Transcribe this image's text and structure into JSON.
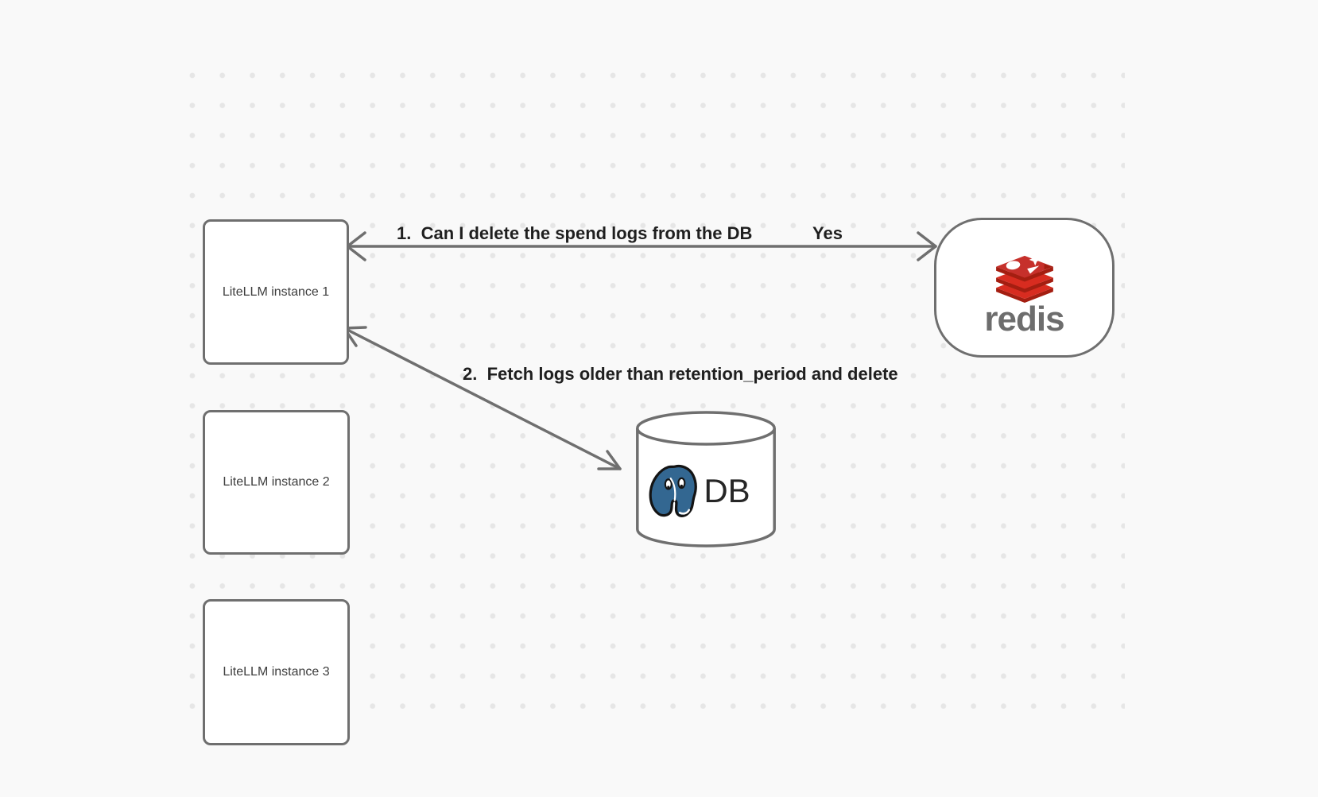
{
  "diagram": {
    "nodes": {
      "instance1": {
        "label": "LiteLLM instance 1"
      },
      "instance2": {
        "label": "LiteLLM instance 2"
      },
      "instance3": {
        "label": "LiteLLM instance 3"
      },
      "redis": {
        "label": "redis"
      },
      "db": {
        "label": "DB"
      }
    },
    "edges": {
      "step1": {
        "label": "1.  Can I delete the spend logs from the DB",
        "response": "Yes"
      },
      "step2": {
        "label": "2.  Fetch logs older than retention_period and delete"
      }
    },
    "colors": {
      "background": "#f9f9f9",
      "dot_grid": "#e6e6e6",
      "shape_stroke": "#6f6f6f",
      "edge_label_text": "#1f1f1f",
      "node_text": "#3d3d3d",
      "redis_red": "#D82C20",
      "redis_dark_red": "#A41E11",
      "redis_top_red": "#C6302B",
      "redis_wordmark_gray": "#6d6d6d",
      "postgres_blue": "#336791",
      "db_text": "#262626"
    }
  }
}
